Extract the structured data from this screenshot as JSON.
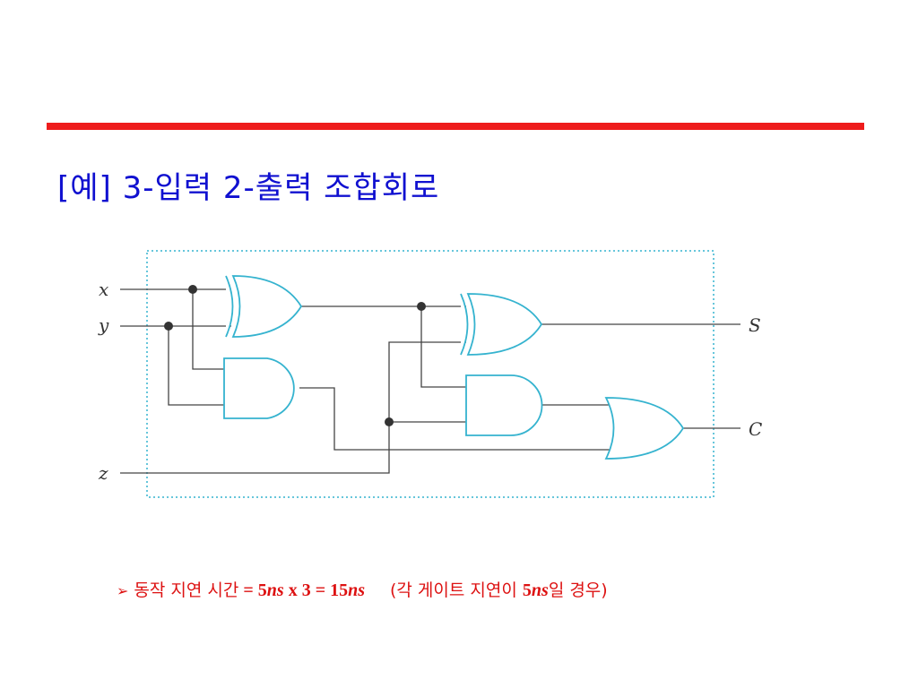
{
  "slide": {
    "title": "[예] 3-입력 2-출력 조합회로"
  },
  "circuit": {
    "inputs": [
      "x",
      "y",
      "z"
    ],
    "outputs": [
      "S",
      "C"
    ],
    "colors": {
      "gate": "#35b3cf",
      "wire": "#444444",
      "frame": "#35b3cf",
      "rule": "#ee1c1c",
      "title": "#1010d0",
      "note": "#dd1111"
    }
  },
  "note": {
    "bullet_icon": "arrow-bullet-icon",
    "prefix": "동작 지연 시간",
    "formula_a": " = 5",
    "ns1": "ns",
    "formula_b": " x 3 = 15",
    "ns2": "ns",
    "paren_open": "(각 게이트 지연이 ",
    "paren_num": "5",
    "paren_ns": "ns",
    "paren_close": "일 경우)"
  }
}
